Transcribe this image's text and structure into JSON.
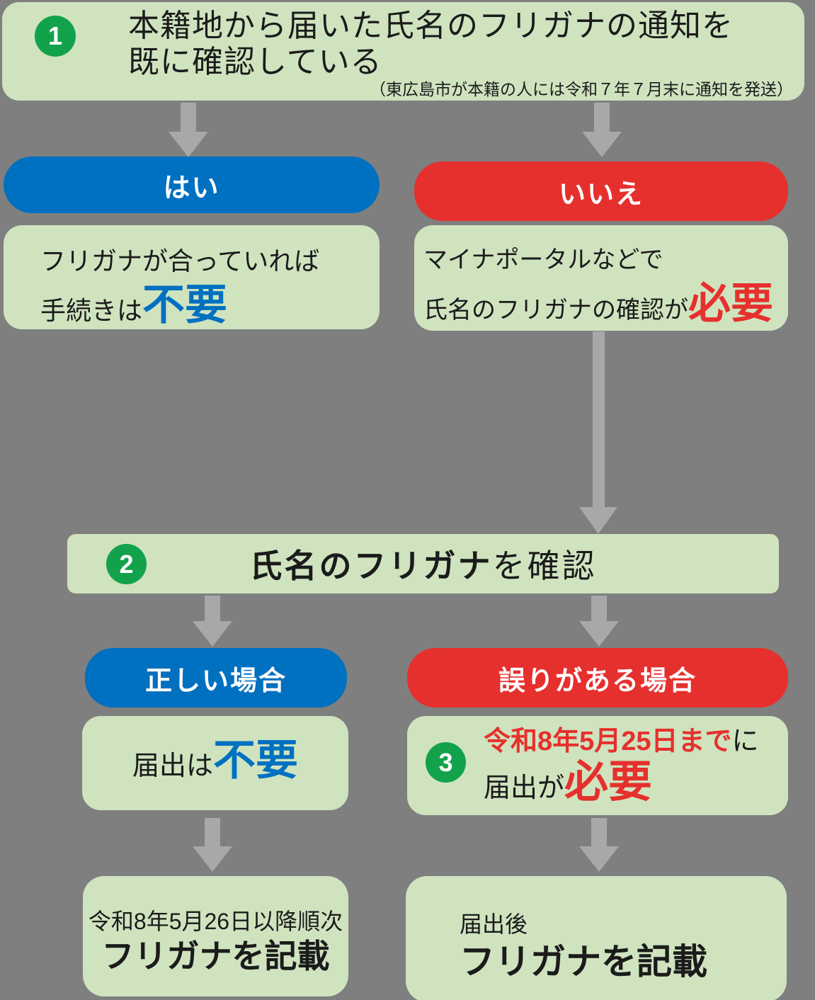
{
  "colors": {
    "bg": "#7f7f7f",
    "panel": "#cfe3bf",
    "accent-green": "#13a24c",
    "accent-blue": "#0070c0",
    "accent-red": "#e6302d",
    "arrow": "#a8a8a8",
    "ink": "#1b1b1b",
    "white": "#ffffff"
  },
  "step1": {
    "number": "1",
    "line1": "本籍地から届いた氏名のフリガナの通知を",
    "line2": "既に確認している",
    "note": "（東広島市が本籍の人には令和７年７月末に通知を発送）"
  },
  "branch1": {
    "yes": {
      "label": "はい",
      "line1": "フリガナが合っていれば",
      "line2_prefix": "手続きは",
      "line2_emphasis": "不要"
    },
    "no": {
      "label": "いいえ",
      "line1": "マイナポータルなどで",
      "line2_prefix": "氏名のフリガナの確認が",
      "line2_emphasis": "必要"
    }
  },
  "step2": {
    "number": "2",
    "title_emphasis": "氏名のフリガナ",
    "title_rest": "を確認"
  },
  "branch2": {
    "correct": {
      "label": "正しい場合",
      "line_prefix": "届出は",
      "line_emphasis": "不要"
    },
    "error": {
      "label": "誤りがある場合",
      "step_number": "3",
      "line1_emphasis": "令和8年5月25日まで",
      "line1_suffix": "に",
      "line2_prefix": "届出が",
      "line2_emphasis": "必要"
    }
  },
  "outcome_left": {
    "line1": "令和8年5月26日以降順次",
    "line2": "フリガナを記載"
  },
  "outcome_right": {
    "line1": "届出後",
    "line2": "フリガナを記載"
  }
}
